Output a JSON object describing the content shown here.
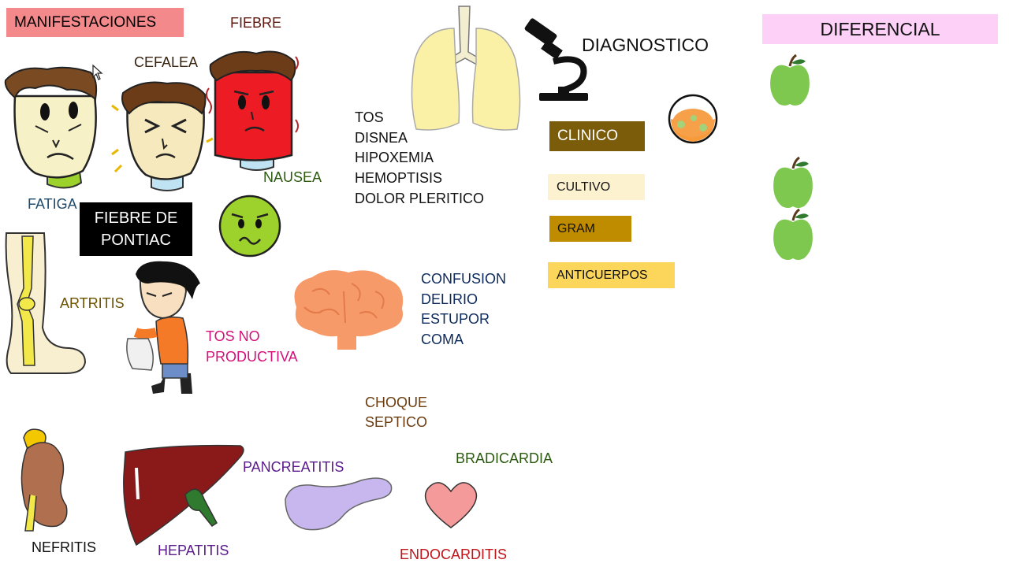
{
  "title_box": {
    "label": "MANIFESTACIONES",
    "bg": "#f4898b"
  },
  "symptoms": {
    "fiebre": "FIEBRE",
    "cefalea": "CEFALEA",
    "nausea": "NAUSEA",
    "fatiga": "FATIGA",
    "artritis": "ARTRITIS",
    "tos_no_productiva": [
      "TOS NO",
      "PRODUCTIVA"
    ],
    "choque_septico": [
      "CHOQUE",
      "SEPTICO"
    ],
    "bradicardia": "BRADICARDIA",
    "pancreatitis": "PANCREATITIS",
    "endocarditis": "ENDOCARDITIS",
    "hepatitis": "HEPATITIS",
    "nefritis": "NEFRITIS"
  },
  "pontiac_box": {
    "lines": [
      "FIEBRE DE",
      "PONTIAC"
    ]
  },
  "respiratory_list": [
    "TOS",
    "DISNEA",
    "HIPOXEMIA",
    "HEMOPTISIS",
    "DOLOR PLERITICO"
  ],
  "neuro_list": [
    "CONFUSION",
    "DELIRIO",
    "ESTUPOR",
    "COMA"
  ],
  "diagnostico": {
    "heading": "DIAGNOSTICO",
    "clinico": "CLINICO",
    "cultivo": "CULTIVO",
    "gram": "GRAM",
    "anticuerpos": "ANTICUERPOS"
  },
  "diferencial": {
    "heading": "DIFERENCIAL",
    "bg": "#fcd0f7"
  },
  "colors": {
    "red_face": "#ed1c24",
    "sick_face": "#9dd12b",
    "clinico_bg": "#7a5c0a",
    "cultivo_bg": "#fdf2d0",
    "gram_bg": "#bf8c00",
    "anticuerpos_bg": "#fbd65a",
    "apple": "#7ec850",
    "brain": "#f79a6a",
    "liver": "#8a1a1a",
    "pancreas": "#c7b7ee",
    "heart": "#f59a9a",
    "lungs": "#fbf1a6"
  }
}
